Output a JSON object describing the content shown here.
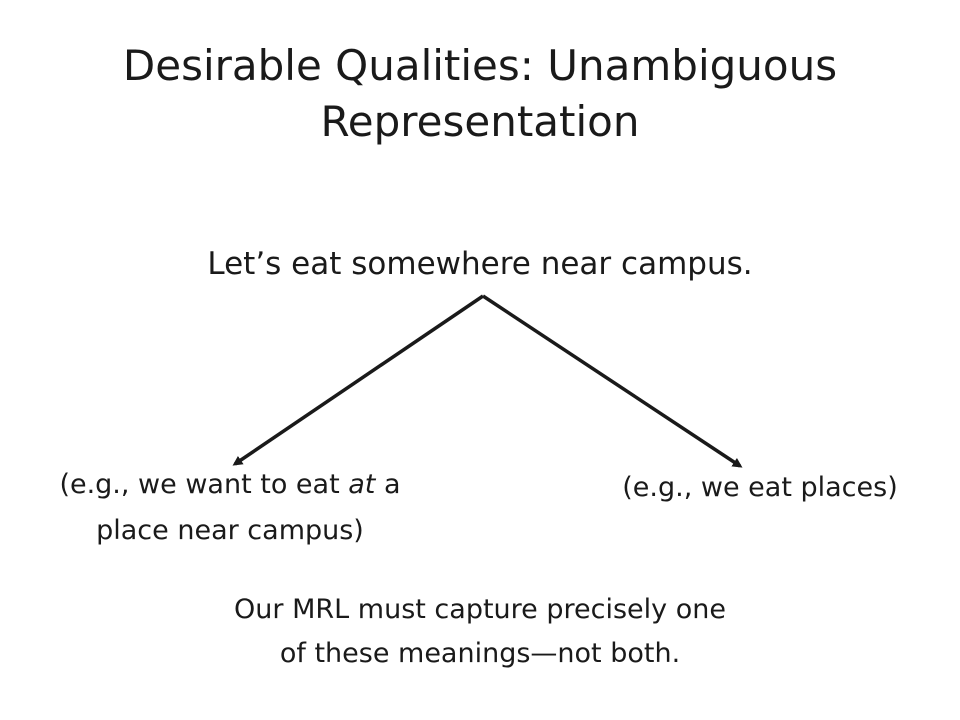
{
  "title": {
    "line1": "Desirable Qualities: Unambiguous",
    "line2": "Representation"
  },
  "sentence": "Let’s eat somewhere near campus.",
  "readings": {
    "left": {
      "line1_before": "(e.g., we want to eat ",
      "line1_emphasis": "at",
      "line1_after": " a",
      "line2": "place near campus)"
    },
    "right": "(e.g., we eat places)"
  },
  "conclusion": {
    "line1": "Our MRL must capture precisely one",
    "line2": "of these meanings—not both."
  },
  "colors": {
    "text": "#1a1a1a",
    "arrow": "#1a1a1a",
    "background": "#ffffff"
  }
}
